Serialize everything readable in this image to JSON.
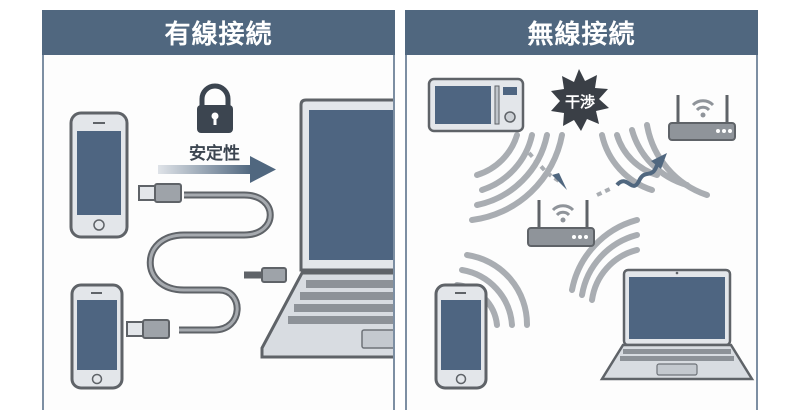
{
  "left_panel": {
    "title": "有線接続",
    "stability_label": "安定性",
    "icons": [
      "smartphone-icon",
      "smartphone-icon",
      "laptop-icon",
      "usb-cable-icon",
      "padlock-icon",
      "arrow-right-icon"
    ]
  },
  "right_panel": {
    "title": "無線接続",
    "interference_label": "干渉",
    "icons": [
      "microwave-icon",
      "wifi-router-icon",
      "wifi-router-icon",
      "smartphone-icon",
      "laptop-icon",
      "interference-burst-icon",
      "signal-waves-icon"
    ]
  },
  "colors": {
    "header": "#50677f",
    "screen": "#4e6581",
    "device_outline": "#5f6368",
    "device_body": "#e3e6ea",
    "waves": "#a9adb2",
    "burst": "#3a3f46"
  }
}
